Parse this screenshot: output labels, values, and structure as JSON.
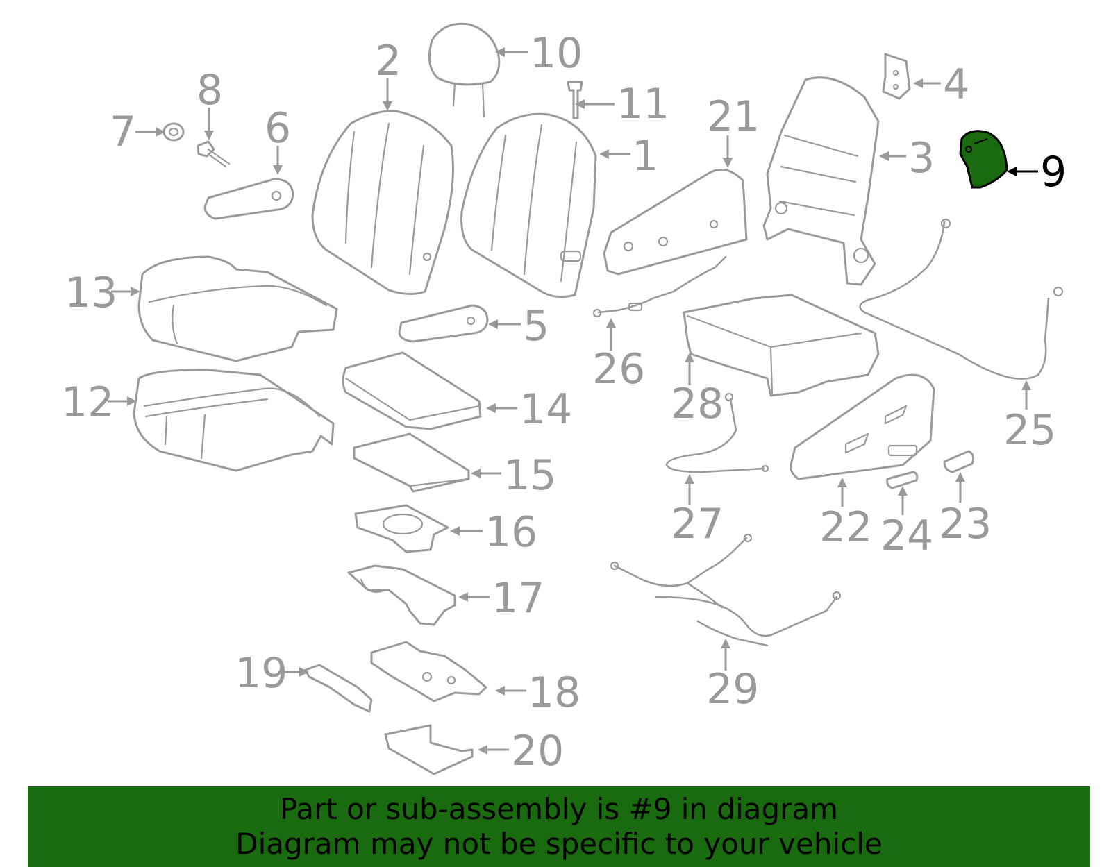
{
  "highlight": {
    "part": "9",
    "color": "#1a6a10"
  },
  "callouts": [
    "1",
    "2",
    "3",
    "4",
    "5",
    "6",
    "7",
    "8",
    "9",
    "10",
    "11",
    "12",
    "13",
    "14",
    "15",
    "16",
    "17",
    "18",
    "19",
    "20",
    "21",
    "22",
    "23",
    "24",
    "25",
    "26",
    "27",
    "28",
    "29"
  ],
  "banner": {
    "line1": "Part or sub-assembly is #9 in diagram",
    "line2": "Diagram may not be specific to your vehicle",
    "background": "#1a6a10"
  }
}
